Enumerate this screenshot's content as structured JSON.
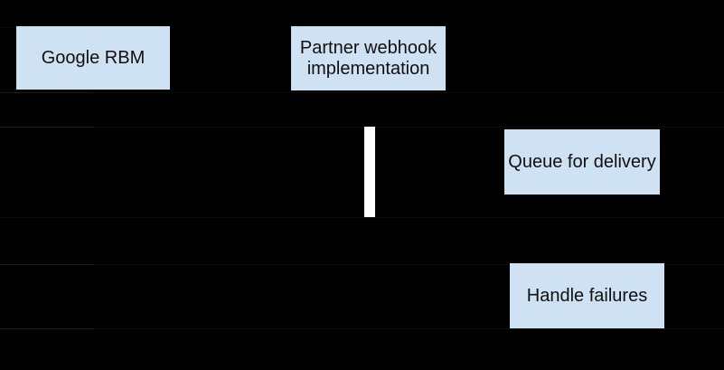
{
  "diagram": {
    "type": "sequence-flow-diagram",
    "background_color": "#000000",
    "node_fill_color": "#cfe2f3",
    "node_text_color": "#101010",
    "activation_bar_color": "#ffffff",
    "nodes": {
      "google_rbm": {
        "label": "Google RBM"
      },
      "partner_webhook": {
        "label": "Partner webhook implementation"
      },
      "queue_for_delivery": {
        "label": "Queue for delivery"
      },
      "handle_failures": {
        "label": "Handle failures"
      }
    }
  }
}
